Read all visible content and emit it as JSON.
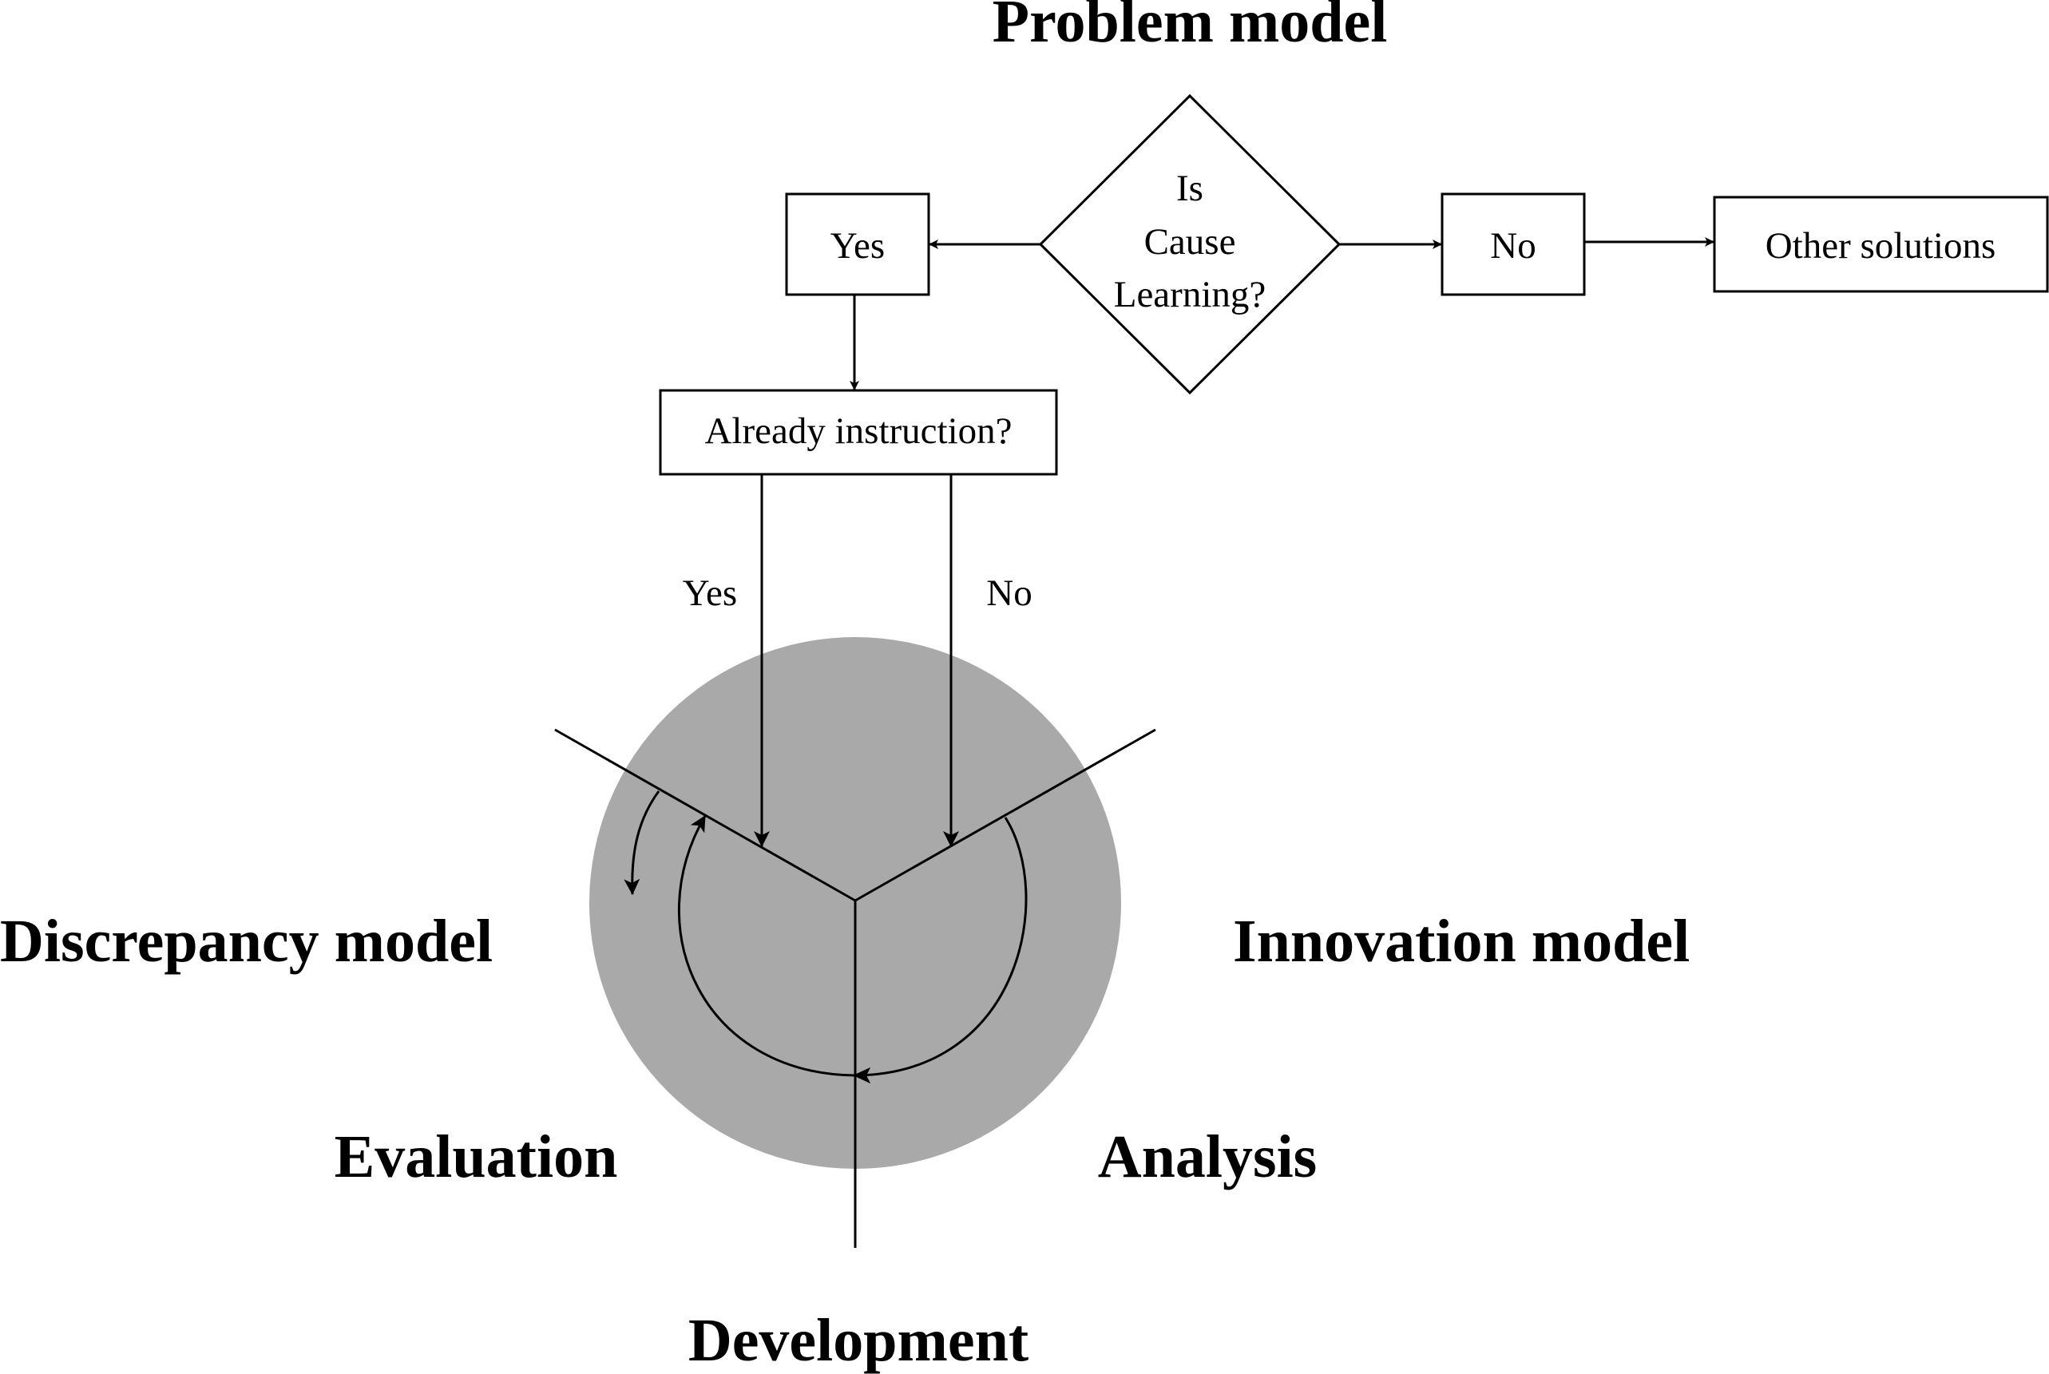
{
  "headings": {
    "problem_model": "Problem model",
    "discrepancy_model": "Discrepancy model",
    "innovation_model": "Innovation model",
    "evaluation": "Evaluation",
    "analysis": "Analysis",
    "development": "Development"
  },
  "decision": {
    "line1": "Is",
    "line2": "Cause",
    "line3": "Learning?"
  },
  "boxes": {
    "yes": "Yes",
    "no": "No",
    "other_solutions": "Other solutions",
    "already_instruction": "Already instruction?"
  },
  "branch_labels": {
    "yes": "Yes",
    "no": "No"
  },
  "colors": {
    "circle_fill": "#a9a9a9",
    "line": "#000000"
  }
}
